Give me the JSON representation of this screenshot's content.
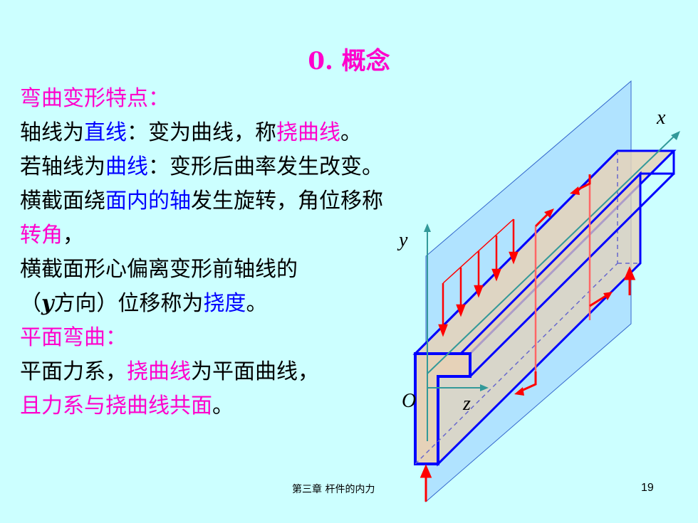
{
  "title": "0. 概念",
  "lines": [
    [
      {
        "t": "弯曲变形特点：",
        "c": "pink"
      }
    ],
    [
      {
        "t": "轴线为",
        "c": ""
      },
      {
        "t": "直线",
        "c": "blue"
      },
      {
        "t": "：变为曲线，称",
        "c": ""
      },
      {
        "t": "挠曲线",
        "c": "pink"
      },
      {
        "t": "。",
        "c": ""
      }
    ],
    [
      {
        "t": "若轴线为",
        "c": ""
      },
      {
        "t": "曲线",
        "c": "blue"
      },
      {
        "t": "：变形后曲率发生改变。",
        "c": ""
      }
    ],
    [
      {
        "t": "横截面绕",
        "c": ""
      },
      {
        "t": "面内的轴",
        "c": "blue"
      },
      {
        "t": "发生旋转，角位移称",
        "c": ""
      }
    ],
    [
      {
        "t": "转角",
        "c": "pink"
      },
      {
        "t": "，",
        "c": ""
      }
    ],
    [
      {
        "t": "横截面形心偏离变形前轴线的",
        "c": ""
      }
    ],
    [
      {
        "t": "（",
        "c": ""
      },
      {
        "t": "y",
        "c": "ital"
      },
      {
        "t": "方向）位移称为",
        "c": ""
      },
      {
        "t": "挠度",
        "c": "blue"
      },
      {
        "t": "。",
        "c": ""
      }
    ],
    [
      {
        "t": "平面弯曲：",
        "c": "pink"
      }
    ],
    [
      {
        "t": "平面力系，",
        "c": ""
      },
      {
        "t": "挠曲线",
        "c": "pink"
      },
      {
        "t": "为平面曲线，",
        "c": ""
      }
    ],
    [
      {
        "t": "且力系与挠曲线共面",
        "c": "pink"
      },
      {
        "t": "。",
        "c": ""
      }
    ]
  ],
  "diagram": {
    "axis_x": "x",
    "axis_y": "y",
    "axis_z": "z",
    "origin": "O"
  },
  "footer": {
    "chapter": "第三章  杆件的内力",
    "page": "19"
  },
  "colors": {
    "background": "#ccffff",
    "accent_pink": "#ff00cc",
    "accent_blue": "#0000ff",
    "beam_outline": "#0000ff",
    "force_red": "#ff0000",
    "plane_fill": "#99ccff"
  }
}
